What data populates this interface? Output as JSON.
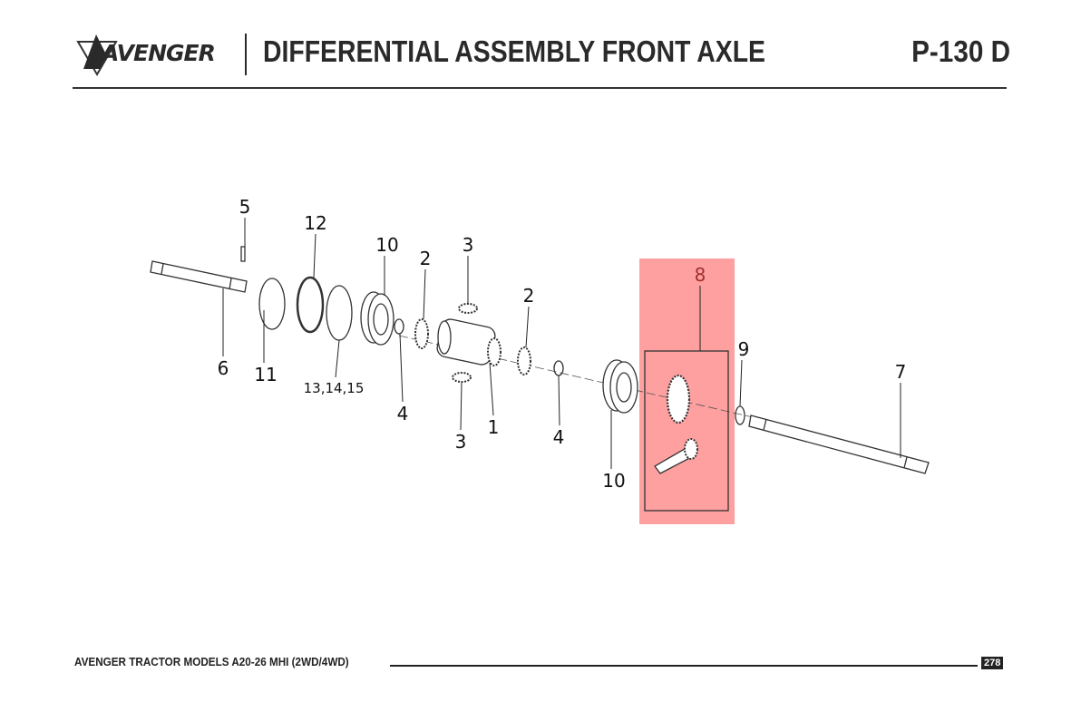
{
  "header": {
    "brand": "AVENGER",
    "title": "DIFFERENTIAL ASSEMBLY FRONT AXLE",
    "page_code": "P-130 D"
  },
  "callouts": [
    {
      "id": "c5",
      "text": "5"
    },
    {
      "id": "c12",
      "text": "12"
    },
    {
      "id": "c10a",
      "text": "10"
    },
    {
      "id": "c2a",
      "text": "2"
    },
    {
      "id": "c3a",
      "text": "3"
    },
    {
      "id": "c2b",
      "text": "2"
    },
    {
      "id": "c8",
      "text": "8"
    },
    {
      "id": "c9",
      "text": "9"
    },
    {
      "id": "c7",
      "text": "7"
    },
    {
      "id": "c6",
      "text": "6"
    },
    {
      "id": "c11",
      "text": "11"
    },
    {
      "id": "c13",
      "text": "13,14,15"
    },
    {
      "id": "c4a",
      "text": "4"
    },
    {
      "id": "c3b",
      "text": "3"
    },
    {
      "id": "c1",
      "text": "1"
    },
    {
      "id": "c4b",
      "text": "4"
    },
    {
      "id": "c10b",
      "text": "10"
    }
  ],
  "highlight_color": "#ff7878",
  "footer": {
    "text": "AVENGER TRACTOR MODELS A20-26 MHI (2WD/4WD)",
    "page_number": "278"
  }
}
